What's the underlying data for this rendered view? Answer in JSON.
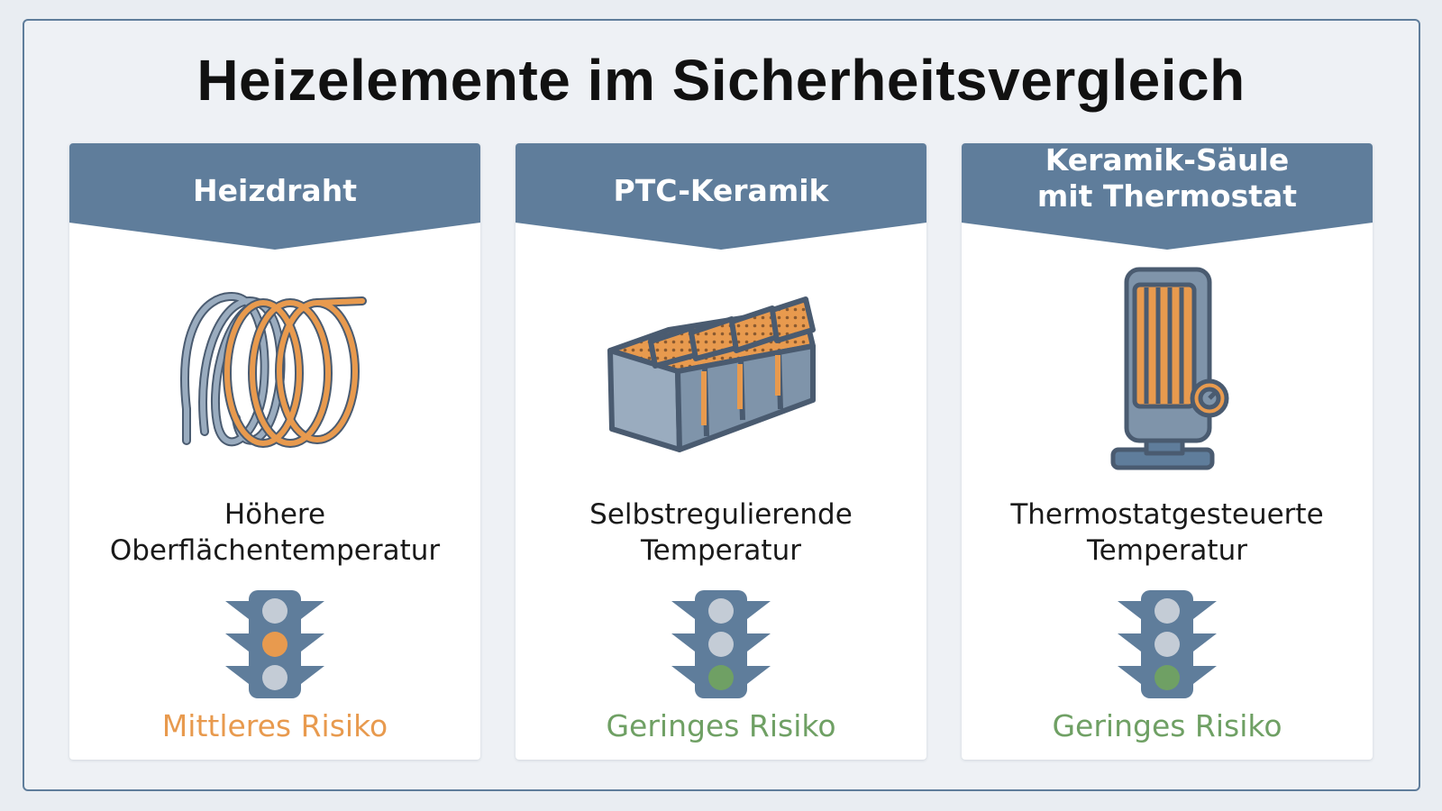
{
  "title": "Heizelemente im Sicherheitsvergleich",
  "colors": {
    "header": "#5f7d9b",
    "medium_risk": "#e89a4e",
    "low_risk": "#6fa064",
    "light_off": "#c4ccd6",
    "light_body": "#5f7d9b"
  },
  "cards": [
    {
      "title_lines": [
        "Heizdraht"
      ],
      "icon": "heating-wire-coil-icon",
      "description_lines": [
        "Höhere",
        "Oberflächentemperatur"
      ],
      "traffic_light_active": "yellow",
      "risk": "Mittleres Risiko"
    },
    {
      "title_lines": [
        "PTC-Keramik"
      ],
      "icon": "ptc-ceramic-block-icon",
      "description_lines": [
        "Selbstregulierende",
        "Temperatur"
      ],
      "traffic_light_active": "green",
      "risk": "Geringes Risiko"
    },
    {
      "title_lines": [
        "Keramik-Säule",
        "mit Thermostat"
      ],
      "icon": "ceramic-tower-heater-icon",
      "description_lines": [
        "Thermostatgesteuerte",
        "Temperatur"
      ],
      "traffic_light_active": "green",
      "risk": "Geringes Risiko"
    }
  ]
}
